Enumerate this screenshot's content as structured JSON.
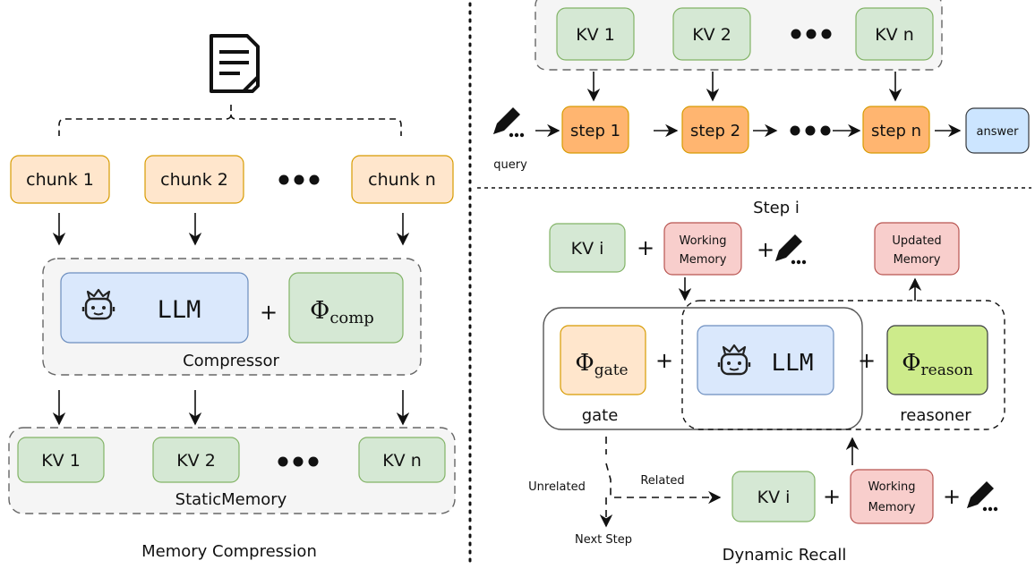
{
  "memory_compression": {
    "caption": "Memory Compression",
    "chunks": [
      "chunk 1",
      "chunk 2",
      "chunk n"
    ],
    "llm_label": "LLM",
    "phi_comp": {
      "symbol": "Φ",
      "subscript": "comp"
    },
    "compressor_label": "Compressor",
    "static_kvs": [
      "KV 1",
      "KV 2",
      "KV n"
    ],
    "static_memory_label": "StaticMemory"
  },
  "reasoning_chain": {
    "kvs": [
      "KV 1",
      "KV 2",
      "KV n"
    ],
    "query_label": "query",
    "steps": [
      "step 1",
      "step 2",
      "step n"
    ],
    "answer_label": "answer"
  },
  "dynamic_recall": {
    "caption": "Dynamic Recall",
    "step_label": "Step i",
    "kv_i": "KV i",
    "working_memory": [
      "Working",
      "Memory"
    ],
    "updated_memory": [
      "Updated",
      "Memory"
    ],
    "phi_gate": {
      "symbol": "Φ",
      "subscript": "gate"
    },
    "phi_reason": {
      "symbol": "Φ",
      "subscript": "reason"
    },
    "llm_label": "LLM",
    "gate_label": "gate",
    "reasoner_label": "reasoner",
    "unrelated_label": "Unrelated",
    "related_label": "Related",
    "next_step_label": "Next Step",
    "plus": "+"
  },
  "colors": {
    "orange_fill": "#ffe6cc",
    "orange_stroke": "#d79b00",
    "green_fill": "#d5e8d4",
    "green_stroke": "#82b366",
    "blue_fill": "#dae8fc",
    "blue_stroke": "#6c8ebf",
    "red_fill": "#f8cecc",
    "red_stroke": "#b85450",
    "lime_fill": "#cdeb8b",
    "lime_stroke": "#36393d",
    "gray_fill": "#f5f5f5",
    "gray_stroke": "#666666"
  }
}
